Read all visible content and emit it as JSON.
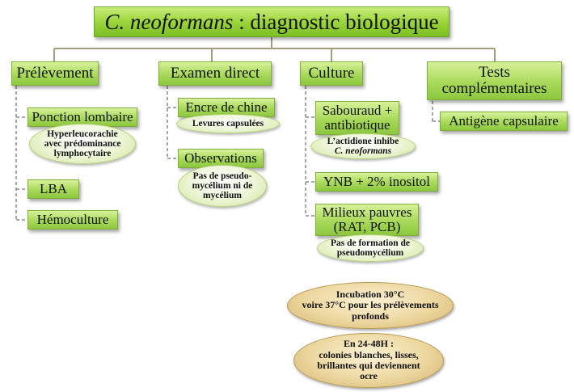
{
  "title": {
    "italic": "C. neoformans",
    "rest": " : diagnostic biologique"
  },
  "categories": {
    "prelevement": "Prélèvement",
    "examen": "Examen direct",
    "culture": "Culture",
    "tests": "Tests\ncomplémentaires"
  },
  "prelevement": {
    "ponction": "Ponction lombaire",
    "ponction_note": "Hyperleucorachie\navec prédominance\nlymphocytaire",
    "lba": "LBA",
    "hemoculture": "Hémoculture"
  },
  "examen": {
    "encre": "Encre de chine",
    "encre_note": "Levures capsulées",
    "observations": "Observations",
    "observations_note": "Pas de pseudo-\nmycélium ni de\nmycélium"
  },
  "culture": {
    "sabouraud": "Sabouraud +\nantibiotique",
    "sabouraud_note_a": "L’actidione inhibe",
    "sabouraud_note_b": "C. neoformans",
    "ynb": "YNB + 2% inositol",
    "milieux": "Milieux pauvres\n(RAT, PCB)",
    "milieux_note": "Pas de formation de\npseudomycélium"
  },
  "tests": {
    "antigene": "Antigène capsulaire"
  },
  "incubation": "Incubation 30°C\nvoire 37°C pour les prélèvements\nprofonds",
  "colonies": "En 24-48H :\ncolonies blanches, lisses,\nbrillantes qui deviennent\nocre"
}
